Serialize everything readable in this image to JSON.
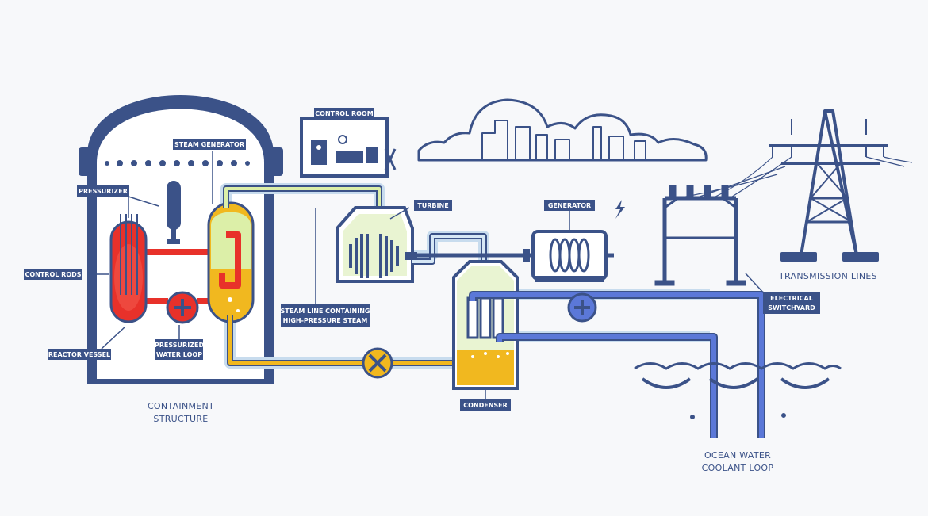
{
  "labels": {
    "steam_generator": "STEAM GENERATOR",
    "pressurizer": "PRESSURIZER",
    "control_rods": "CONTROL RODS",
    "reactor_vessel": "REACTOR VESSEL",
    "pressurized_loop_1": "PRESSURIZED",
    "pressurized_loop_2": "WATER LOOP",
    "control_room": "CONTROL ROOM",
    "turbine": "TURBINE",
    "generator": "GENERATOR",
    "steam_line_1": "STEAM LINE CONTAINING",
    "steam_line_2": "HIGH-PRESSURE STEAM",
    "condenser": "CONDENSER",
    "electrical_switchyard_1": "ELECTRICAL",
    "electrical_switchyard_2": "SWITCHYARD",
    "transmission_lines": "TRANSMISSION LINES",
    "containment_1": "CONTAINMENT",
    "containment_2": "STRUCTURE",
    "ocean_1": "OCEAN WATER",
    "ocean_2": "COOLANT LOOP"
  },
  "colors": {
    "outline": "#3b5288",
    "hot_loop": "#e8312a",
    "steam": "#f1b81f",
    "coolant": "#5b78d8",
    "pipe_shell": "#d6e7f5",
    "glow": "#dcefa8",
    "background": "#f7f8fa"
  }
}
